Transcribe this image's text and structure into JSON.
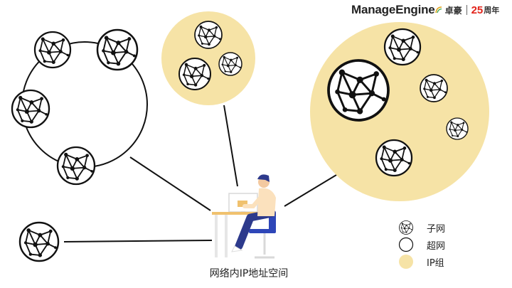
{
  "brand": {
    "name": "ManageEngine",
    "name_cn": "卓豪",
    "anniversary": "25",
    "anniversary_unit": "周年"
  },
  "caption": "网络内IP地址空间",
  "legend": [
    {
      "label": "子网",
      "icon": "subnet-icon"
    },
    {
      "label": "超网",
      "icon": "supernet-icon"
    },
    {
      "label": "IP组",
      "icon": "ip-group-icon"
    }
  ],
  "colors": {
    "ip_group": "#f6e3a6",
    "line": "#111111",
    "person_shirt": "#fbe1bd",
    "person_pants": "#2d3a8c",
    "chair": "#2e46b8",
    "desk": "#f0c16e",
    "brand_red": "#e2231a"
  }
}
